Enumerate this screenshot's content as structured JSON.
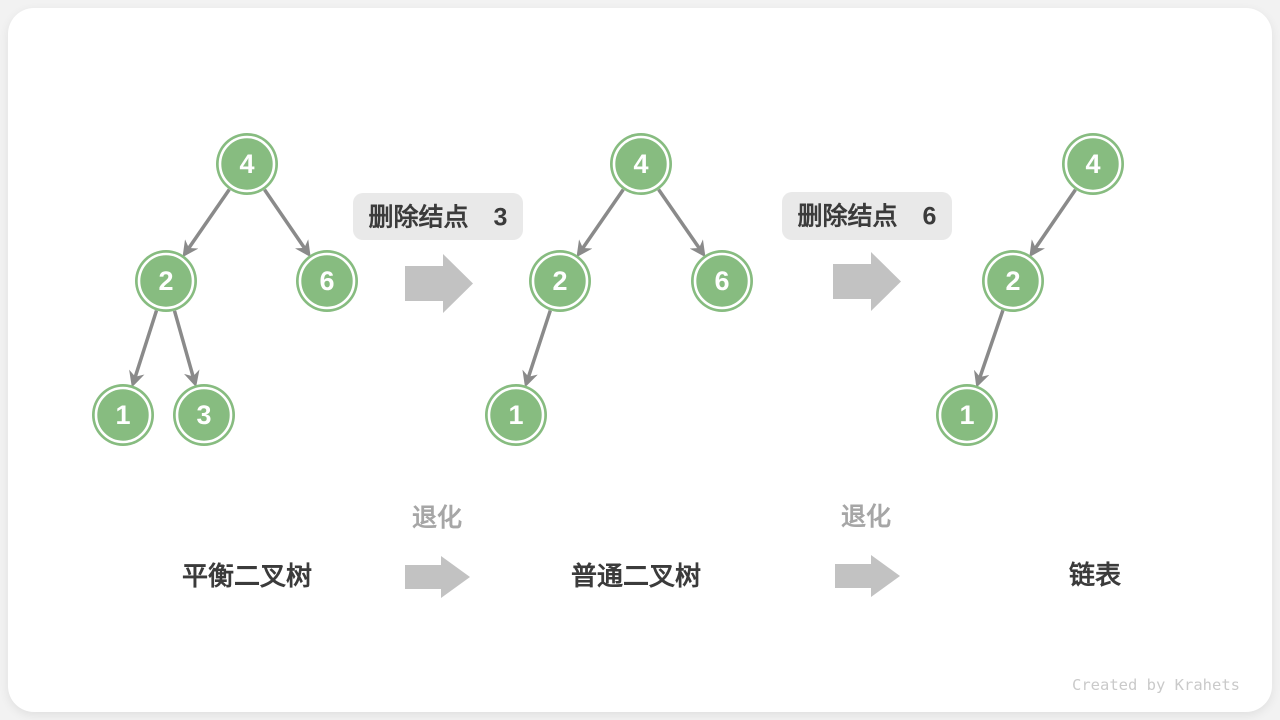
{
  "page": {
    "background": "#f2f2f2",
    "card_background": "#ffffff"
  },
  "colors": {
    "node_fill": "#87BC80",
    "node_ring": "#ffffff",
    "node_text": "#ffffff",
    "edge": "#8a8a8a",
    "block_arrow": "#c2c2c2",
    "step_box_bg": "#e9e9e9",
    "dark_text": "#3b3b3b",
    "muted_text": "#a6a6a6",
    "watermark_text": "#cacaca"
  },
  "diagram": {
    "trees": [
      {
        "name": "平衡二叉树",
        "nodes": [
          {
            "value": "4"
          },
          {
            "value": "2"
          },
          {
            "value": "6"
          },
          {
            "value": "1"
          },
          {
            "value": "3"
          }
        ],
        "edges": [
          "4→2",
          "4→6",
          "2→1",
          "2→3"
        ]
      },
      {
        "name": "普通二叉树",
        "nodes": [
          {
            "value": "4"
          },
          {
            "value": "2"
          },
          {
            "value": "6"
          },
          {
            "value": "1"
          }
        ],
        "edges": [
          "4→2",
          "4→6",
          "2→1"
        ]
      },
      {
        "name": "链表",
        "nodes": [
          {
            "value": "4"
          },
          {
            "value": "2"
          },
          {
            "value": "1"
          }
        ],
        "edges": [
          "4→2",
          "2→1"
        ]
      }
    ],
    "steps": [
      {
        "label": "删除结点　3"
      },
      {
        "label": "删除结点　6"
      }
    ],
    "transitions": [
      {
        "label": "退化"
      },
      {
        "label": "退化"
      }
    ]
  },
  "footer": {
    "watermark": "Created by Krahets"
  }
}
